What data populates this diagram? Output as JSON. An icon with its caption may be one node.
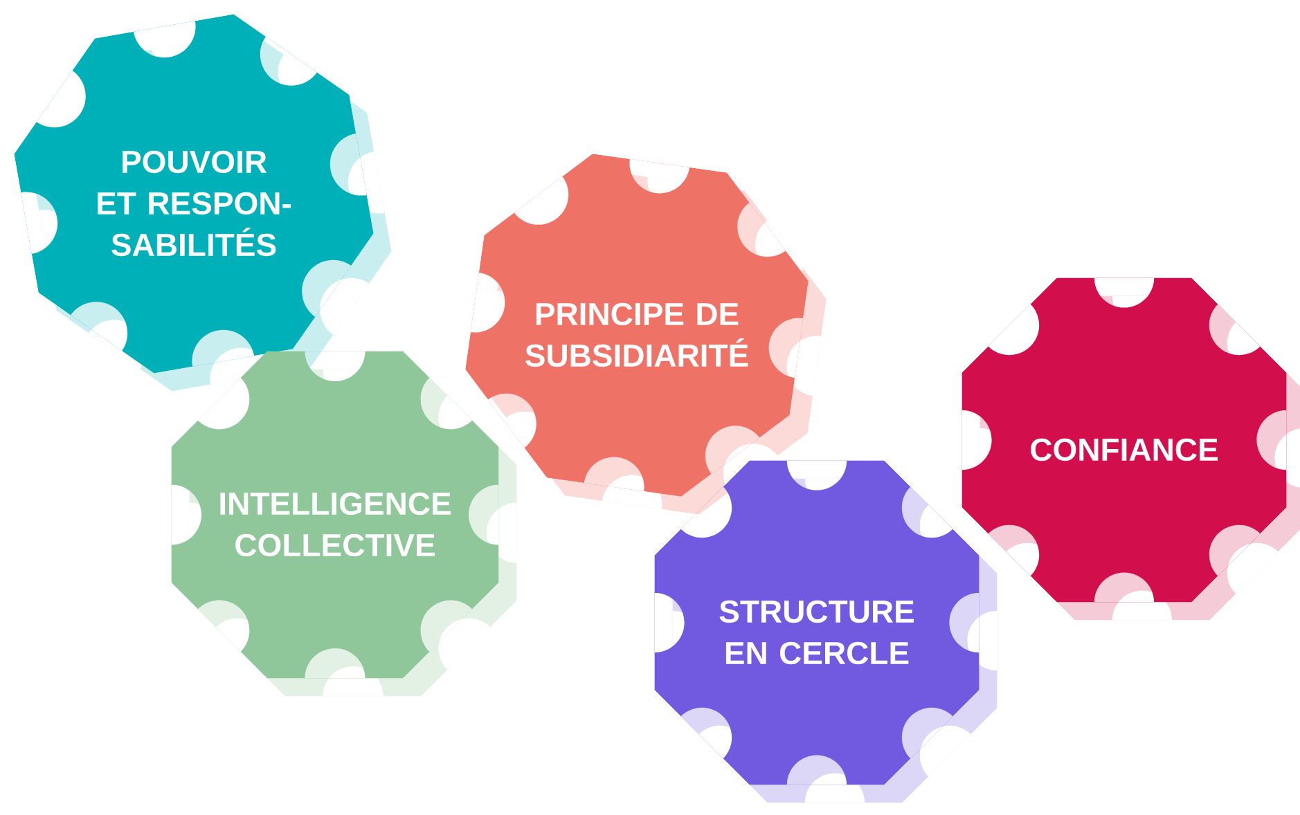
{
  "diagram": {
    "nodes": [
      {
        "text": [
          "POUVOIR ET RESPON- SABILITÉS"
        ]
      },
      {
        "text": [
          "INTELLIGENCE COLLECTIVE"
        ]
      },
      {
        "text": [
          "PRINCIPE DE SUBSIDIARITÉ"
        ]
      },
      {
        "text": [
          "STRUCTURE EN CERCLE"
        ]
      },
      {
        "text": [
          "CONFIANCE"
        ]
      }
    ]
  }
}
